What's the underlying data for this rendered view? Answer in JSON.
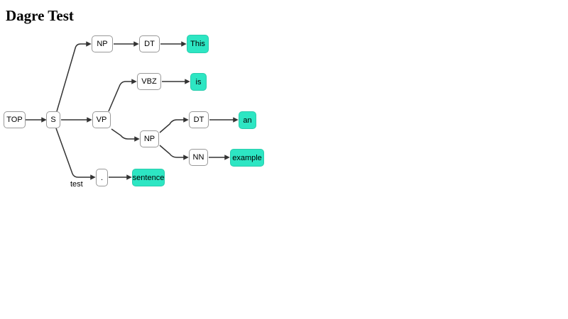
{
  "page": {
    "title": "Dagre Test"
  },
  "colors": {
    "leaf_node_fill": "#2de6c3",
    "leaf_node_border": "#29cdad",
    "node_fill": "#ffffff",
    "node_border": "#999999",
    "edge_stroke": "#333333",
    "background": "#ffffff"
  },
  "graph": {
    "nodes": [
      {
        "label": "TOP",
        "kind": "phrase"
      },
      {
        "label": "S",
        "kind": "phrase"
      },
      {
        "label": "NP",
        "kind": "phrase"
      },
      {
        "label": "DT",
        "kind": "phrase"
      },
      {
        "label": "This",
        "kind": "word"
      },
      {
        "label": "VBZ",
        "kind": "phrase"
      },
      {
        "label": "is",
        "kind": "word"
      },
      {
        "label": "VP",
        "kind": "phrase"
      },
      {
        "label": "NP",
        "kind": "phrase"
      },
      {
        "label": "DT",
        "kind": "phrase"
      },
      {
        "label": "an",
        "kind": "word"
      },
      {
        "label": "NN",
        "kind": "phrase"
      },
      {
        "label": "example",
        "kind": "word"
      },
      {
        "label": ".",
        "kind": "phrase"
      },
      {
        "label": "sentence",
        "kind": "word"
      }
    ],
    "edges": [
      {
        "from": "TOP",
        "to": "S",
        "label": ""
      },
      {
        "from": "S",
        "to": "NP",
        "label": ""
      },
      {
        "from": "NP",
        "to": "DT",
        "label": ""
      },
      {
        "from": "DT",
        "to": "This",
        "label": ""
      },
      {
        "from": "S",
        "to": "VP",
        "label": ""
      },
      {
        "from": "VP",
        "to": "VBZ",
        "label": ""
      },
      {
        "from": "VBZ",
        "to": "is",
        "label": ""
      },
      {
        "from": "VP",
        "to": "NP2",
        "label": ""
      },
      {
        "from": "NP2",
        "to": "DT2",
        "label": ""
      },
      {
        "from": "DT2",
        "to": "an",
        "label": ""
      },
      {
        "from": "NP2",
        "to": "NN",
        "label": ""
      },
      {
        "from": "NN",
        "to": "example",
        "label": ""
      },
      {
        "from": "S",
        "to": ".",
        "label": "test"
      },
      {
        "from": ".",
        "to": "sentence",
        "label": ""
      }
    ]
  }
}
